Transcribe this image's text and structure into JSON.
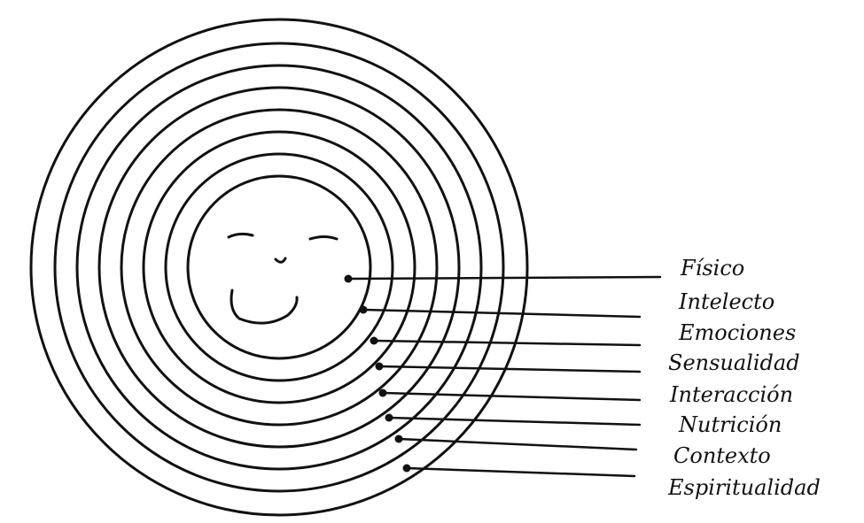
{
  "diagram": {
    "labels": [
      "Físico",
      "Intelecto",
      "Emociones",
      "Sensualidad",
      "Interacción",
      "Nutrición",
      "Contexto",
      "Espiritualidad"
    ]
  }
}
